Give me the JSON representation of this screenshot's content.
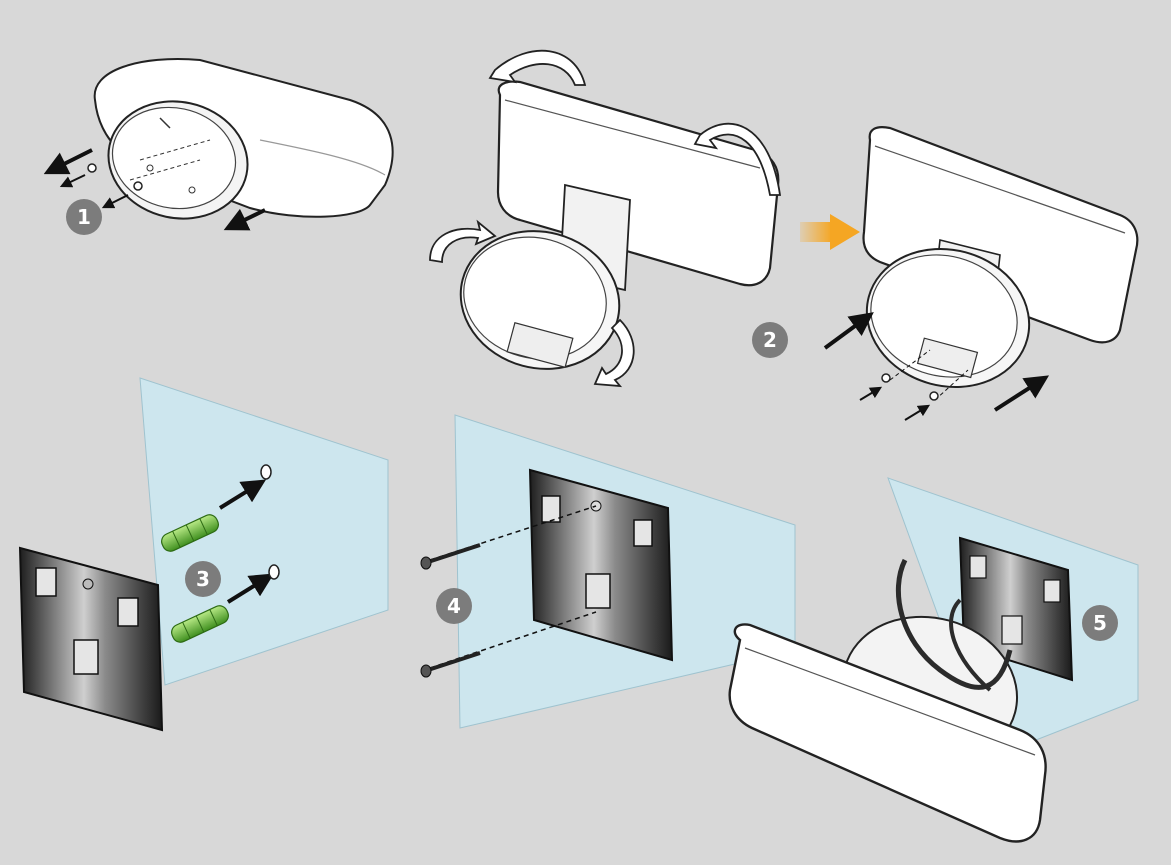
{
  "steps": [
    {
      "label": "1",
      "stage": "remove-stand-base"
    },
    {
      "label": "2",
      "stage": "rotate-and-reattach-base"
    },
    {
      "label": "3",
      "stage": "insert-wall-plugs"
    },
    {
      "label": "4",
      "stage": "screw-bracket-to-wall"
    },
    {
      "label": "5",
      "stage": "hang-device-on-bracket"
    }
  ],
  "colors": {
    "background": "#d8d8d8",
    "wall": "#cde6ee",
    "bracket": "#2b2b2b",
    "wall_plug": "#6fbf3a",
    "arrow_orange": "#f5a623",
    "badge": "#7c7c7c"
  }
}
